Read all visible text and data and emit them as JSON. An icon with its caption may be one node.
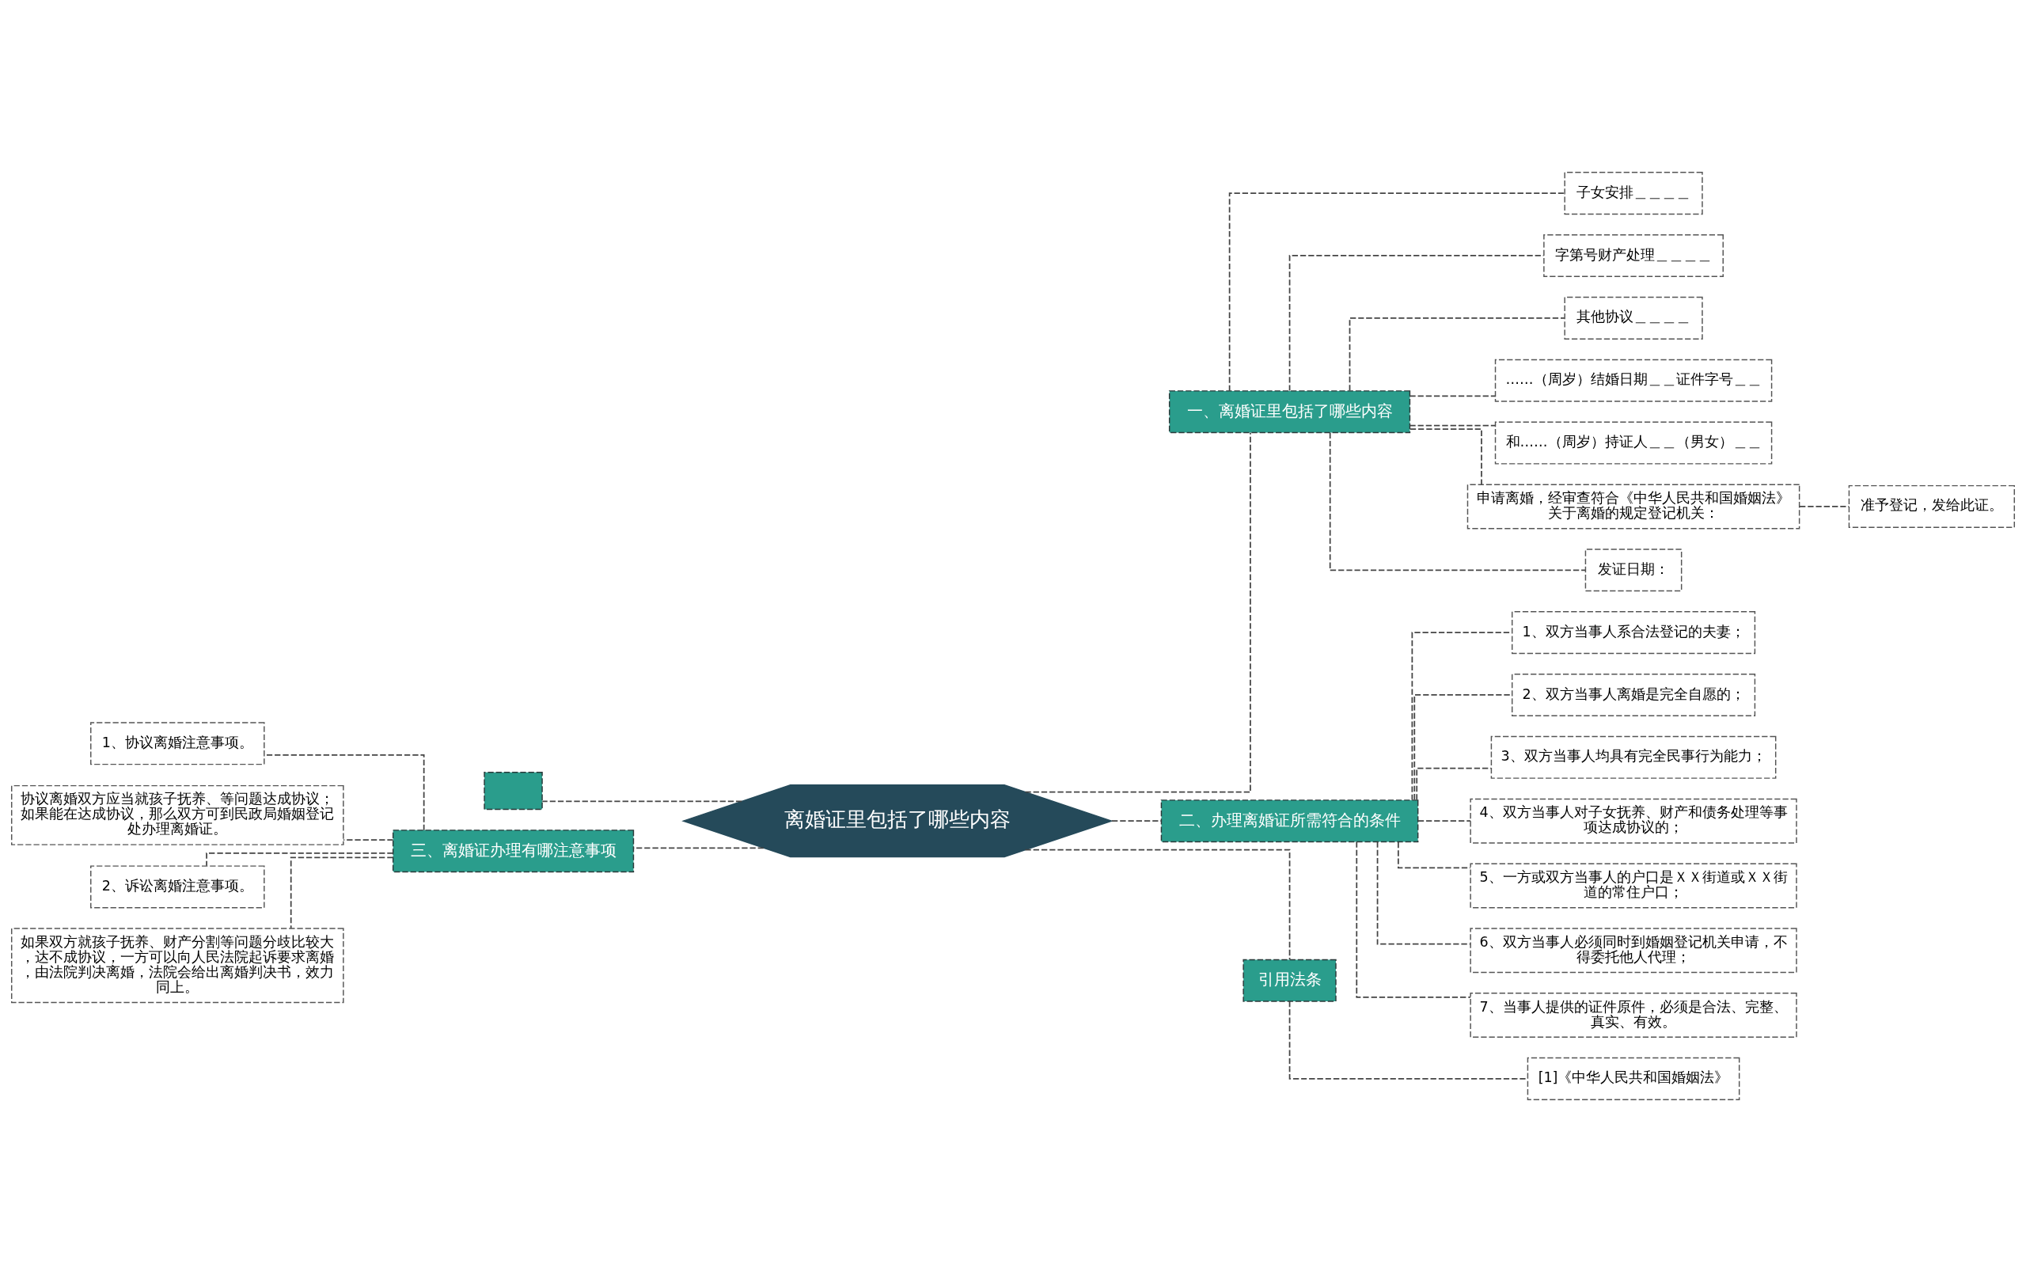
{
  "diagram": {
    "nodes": [
      {
        "text": [
          "离婚证里包括了哪些内容"
        ]
      },
      {
        "text": [
          "一、离婚证里包括了哪些内容"
        ]
      },
      {
        "text": [
          "子女安排＿＿＿＿"
        ]
      },
      {
        "text": [
          "字第号财产处理＿＿＿＿"
        ]
      },
      {
        "text": [
          "其他协议＿＿＿＿"
        ]
      },
      {
        "text": [
          "……（周岁）结婚日期＿＿证件字号＿＿"
        ]
      },
      {
        "text": [
          "和……（周岁）持证人＿＿（男女）＿＿"
        ]
      },
      {
        "text": [
          "申请离婚，经审查符合《中华人民共和国婚姻法》关于离婚的规定登记机关："
        ]
      },
      {
        "text": [
          "发证日期："
        ]
      },
      {
        "text": [
          "准予登记，发给此证。"
        ]
      },
      {
        "text": [
          "二、办理离婚证所需符合的条件"
        ]
      },
      {
        "text": [
          "1、双方当事人系合法登记的夫妻；"
        ]
      },
      {
        "text": [
          "2、双方当事人离婚是完全自愿的；"
        ]
      },
      {
        "text": [
          "3、双方当事人均具有完全民事行为能力；"
        ]
      },
      {
        "text": [
          "4、双方当事人对子女抚养、财产和债务处理等事项达成协议的；"
        ]
      },
      {
        "text": [
          "5、一方或双方当事人的户口是ＸＸ街道或ＸＸ街道的常住户口；"
        ]
      },
      {
        "text": [
          "6、双方当事人必须同时到婚姻登记机关申请，不得委托他人代理；"
        ]
      },
      {
        "text": [
          "7、当事人提供的证件原件，必须是合法、完整、真实、有效。"
        ]
      },
      {
        "text": [
          "引用法条"
        ]
      },
      {
        "text": [
          "[1]《中华人民共和国婚姻法》"
        ]
      },
      {
        "text": [],
        "shape": "box"
      },
      {
        "text": [
          "三、离婚证办理有哪注意事项"
        ]
      },
      {
        "text": [
          "1、协议离婚注意事项。"
        ]
      },
      {
        "text": [
          "协议离婚双方应当就孩子抚养、等问题达成协议；如果能在达成协议，那么双方可到民政局婚姻登记处办理离婚证。"
        ]
      },
      {
        "text": [
          "2、诉讼离婚注意事项。"
        ]
      },
      {
        "text": [
          "如果双方就孩子抚养、财产分割等问题分歧比较大，达不成协议，一方可以向人民法院起诉要求离婚，由法院判决离婚，法院会给出离婚判决书，效力同上。"
        ]
      }
    ],
    "edges": [
      {
        "from": 0,
        "to": 1,
        "arrow": "none",
        "style": "dashed"
      },
      {
        "from": 1,
        "to": 2,
        "arrow": "none",
        "style": "dashed"
      },
      {
        "from": 1,
        "to": 3,
        "arrow": "none",
        "style": "dashed"
      },
      {
        "from": 1,
        "to": 4,
        "arrow": "none",
        "style": "dashed"
      },
      {
        "from": 1,
        "to": 5,
        "arrow": "none",
        "style": "dashed"
      },
      {
        "from": 1,
        "to": 6,
        "arrow": "none",
        "style": "dashed"
      },
      {
        "from": 1,
        "to": 7,
        "arrow": "none",
        "style": "dashed"
      },
      {
        "from": 1,
        "to": 8,
        "arrow": "none",
        "style": "dashed"
      },
      {
        "from": 7,
        "to": 9,
        "arrow": "none",
        "style": "dashed"
      },
      {
        "from": 0,
        "to": 10,
        "arrow": "none",
        "style": "dashed"
      },
      {
        "from": 10,
        "to": 11,
        "arrow": "none",
        "style": "dashed"
      },
      {
        "from": 10,
        "to": 12,
        "arrow": "none",
        "style": "dashed"
      },
      {
        "from": 10,
        "to": 13,
        "arrow": "none",
        "style": "dashed"
      },
      {
        "from": 10,
        "to": 14,
        "arrow": "none",
        "style": "dashed"
      },
      {
        "from": 10,
        "to": 15,
        "arrow": "none",
        "style": "dashed"
      },
      {
        "from": 10,
        "to": 16,
        "arrow": "none",
        "style": "dashed"
      },
      {
        "from": 10,
        "to": 17,
        "arrow": "none",
        "style": "dashed"
      },
      {
        "from": 0,
        "to": 18,
        "arrow": "none",
        "style": "dashed"
      },
      {
        "from": 18,
        "to": 19,
        "arrow": "none",
        "style": "dashed"
      },
      {
        "from": 0,
        "to": 20,
        "arrow": "none",
        "style": "dashed"
      },
      {
        "from": 0,
        "to": 21,
        "arrow": "none",
        "style": "dashed"
      },
      {
        "from": 21,
        "to": 22,
        "arrow": "none",
        "style": "dashed"
      },
      {
        "from": 21,
        "to": 23,
        "arrow": "none",
        "style": "dashed"
      },
      {
        "from": 21,
        "to": 24,
        "arrow": "none",
        "style": "dashed"
      },
      {
        "from": 21,
        "to": 25,
        "arrow": "none",
        "style": "dashed"
      }
    ]
  }
}
